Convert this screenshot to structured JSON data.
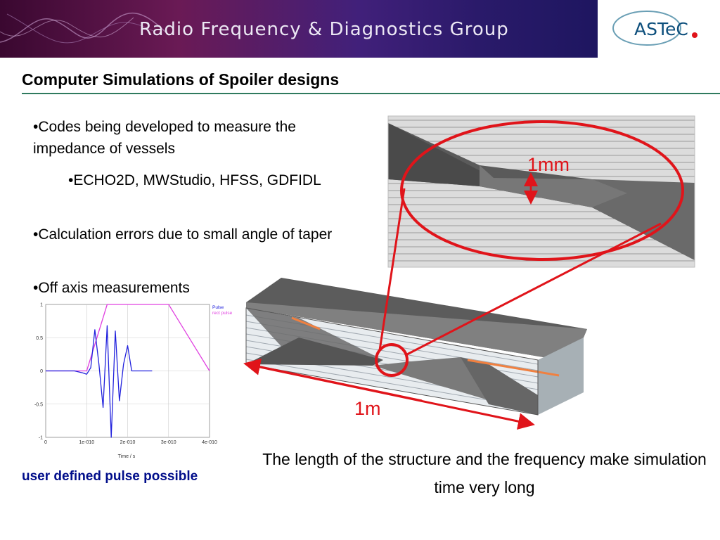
{
  "header": {
    "banner_title": "Radio Frequency & Diagnostics Group",
    "logo_text": "ASTeC"
  },
  "slide": {
    "title": "Computer Simulations of Spoiler designs",
    "bullets": [
      "•Codes being developed to measure the impedance of vessels",
      "•ECHO2D, MWStudio, HFSS, GDFIDL",
      "•Calculation errors due to small angle of taper",
      "•Off axis measurements"
    ],
    "pulse_caption": "user defined pulse possible",
    "bottom_caption": "The length of the structure and the frequency make simulation time very long",
    "label_1mm": "1mm",
    "label_1m": "1m"
  },
  "colors": {
    "annotation_red": "#e0141a",
    "caption_blue": "#000d8a",
    "title_rule": "#2f7a5e",
    "pulse_magenta": "#e040e0",
    "pulse_blue": "#2222dd"
  },
  "chart_data": {
    "type": "line",
    "xlabel": "Time / s",
    "x_ticks": [
      "0",
      "1e-010",
      "2e-010",
      "3e-010",
      "4e-010"
    ],
    "y_ticks": [
      "1",
      "0.5",
      "0",
      "-0.5",
      "-1"
    ],
    "xlim": [
      0,
      4e-10
    ],
    "ylim": [
      -1,
      1
    ],
    "legend": [
      "Pulse",
      "rect pulse"
    ],
    "series": [
      {
        "name": "rect pulse",
        "x": [
          0,
          1e-10,
          1.5e-10,
          3e-10,
          4e-10
        ],
        "values": [
          0,
          0,
          1,
          1,
          0
        ]
      },
      {
        "name": "Pulse",
        "x": [
          0,
          7e-11,
          9e-11,
          1e-10,
          1.1e-10,
          1.2e-10,
          1.3e-10,
          1.4e-10,
          1.5e-10,
          1.6e-10,
          1.7e-10,
          1.8e-10,
          1.9e-10,
          2e-10,
          2.1e-10,
          2.3e-10,
          2.6e-10
        ],
        "values": [
          0,
          0,
          -0.03,
          -0.05,
          0.05,
          0.62,
          0.1,
          -0.55,
          0.68,
          -1.0,
          0.6,
          -0.45,
          0.1,
          0.38,
          0.0,
          0,
          0
        ]
      }
    ]
  }
}
